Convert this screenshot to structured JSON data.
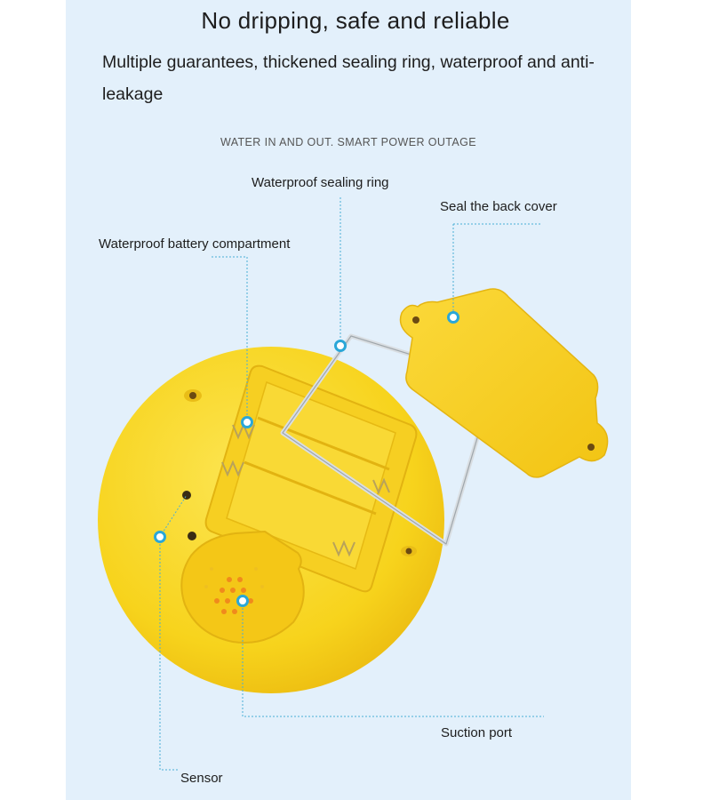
{
  "heading": "No dripping, safe and reliable",
  "subtext": "Multiple guarantees, thickened sealing ring, waterproof and anti-leakage",
  "tagline": "WATER IN AND OUT. SMART POWER OUTAGE",
  "callouts": {
    "sealing_ring": "Waterproof sealing ring",
    "back_cover": "Seal the back cover",
    "battery_compartment": "Waterproof battery compartment",
    "suction_port": "Suction port",
    "sensor": "Sensor"
  },
  "colors": {
    "panel_background": "#e3f0fb",
    "device_yellow": "#f7d31c",
    "callout_marker": "#2aa7d8"
  }
}
